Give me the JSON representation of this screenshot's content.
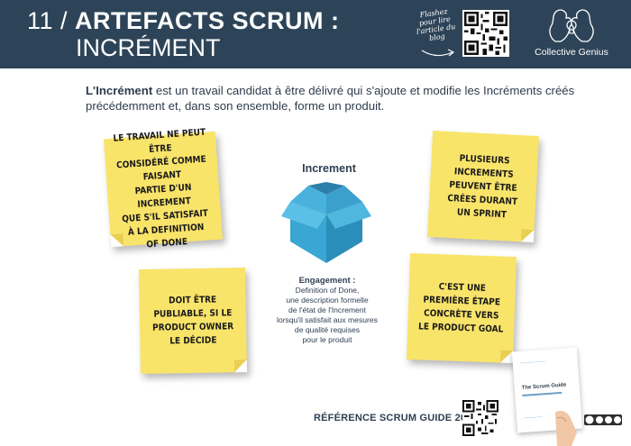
{
  "header": {
    "number": "11 / ",
    "title": "ARTEFACTS SCRUM :",
    "subtitle": "INCRÉMENT",
    "flash_text": "Flashez pour lire l'article du blog",
    "logo_text": "Collective Genius"
  },
  "intro": {
    "term": "L'Incrément",
    "text": " est un travail candidat à être délivré qui s'ajoute et modifie les Incréments créés précédemment et, dans son ensemble, forme un produit."
  },
  "center": {
    "title": "Increment",
    "engagement_label": "Engagement :",
    "engagement_lines": [
      "Definition of Done,",
      "une description formelle",
      "de l'état de l'Increment",
      "lorsqu'il satisfait aux mesures",
      "de qualité requises",
      "pour le produit"
    ]
  },
  "notes": [
    {
      "lines": [
        "Le travail ne peut être",
        "considéré comme faisant",
        "partie d'un increment",
        "que s'il satisfait",
        "à la definition",
        "of Done"
      ]
    },
    {
      "lines": [
        "Plusieurs increments",
        "peuvent être",
        "crées durant",
        "un Sprint"
      ]
    },
    {
      "lines": [
        "Doit être",
        "publiable, si le",
        "product owner",
        "le décide"
      ]
    },
    {
      "lines": [
        "C'est une",
        "première étape",
        "concrète vers",
        "le product goal"
      ]
    }
  ],
  "footer": {
    "reference": "RÉFÉRENCE SCRUM GUIDE 2020",
    "guide_title": "The Scrum Guide"
  },
  "colors": {
    "header_bg": "#2d4458",
    "note_yellow": "#f9e46a",
    "box_blue": "#3aaad6"
  }
}
